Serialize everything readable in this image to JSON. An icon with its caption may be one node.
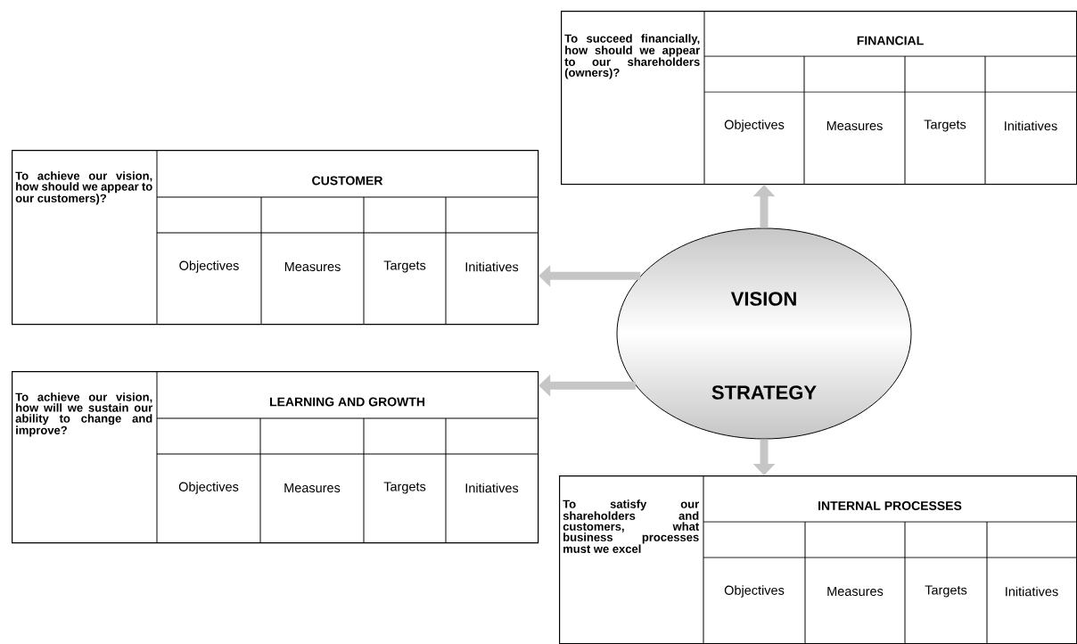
{
  "diagram": {
    "nodes": [
      {
        "text": [
          "To succeed financially, how should we appear to our shareholders (owners)?",
          "FINANCIAL"
        ]
      },
      {
        "text": [
          "To achieve our vision, how should we appear to our customers)?",
          "CUSTOMER"
        ]
      },
      {
        "text": [
          "VISION",
          "STRATEGY"
        ]
      },
      {
        "text": [
          "To achieve our vision, how will we sustain our ability to change and improve?",
          "LEARNING AND GROWTH"
        ]
      },
      {
        "text": [
          "To satisfy our shareholders and customers, what business processes must we excel",
          "INTERNAL PROCESSES"
        ]
      }
    ],
    "edges": [
      {
        "from": 2,
        "to": 0,
        "arrow": "to"
      },
      {
        "from": 2,
        "to": 1,
        "arrow": "to"
      },
      {
        "from": 2,
        "to": 3,
        "arrow": "to"
      },
      {
        "from": 2,
        "to": 4,
        "arrow": "to"
      }
    ],
    "labels": [
      "Objectives",
      "Measures",
      "Targets",
      "Initiatives",
      "Objectives",
      "Measures",
      "Targets",
      "Initiatives",
      "Objectives",
      "Measures",
      "Targets",
      "Initiatives",
      "Objectives",
      "Measures",
      "Targets",
      "Initiatives"
    ]
  }
}
